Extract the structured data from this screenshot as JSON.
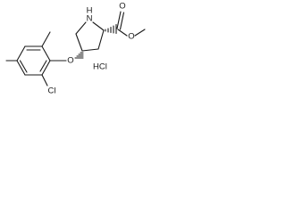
{
  "molecule": {
    "atoms": {
      "nitrogen_h": "H",
      "nitrogen": "N",
      "ester_carbonyl_oxygen": "O",
      "ester_oxygen": "O",
      "ether_oxygen": "O",
      "chlorine": "Cl"
    },
    "salt": "HCl"
  },
  "colors": {
    "bond": "#1a1a1a",
    "background": "#ffffff"
  }
}
